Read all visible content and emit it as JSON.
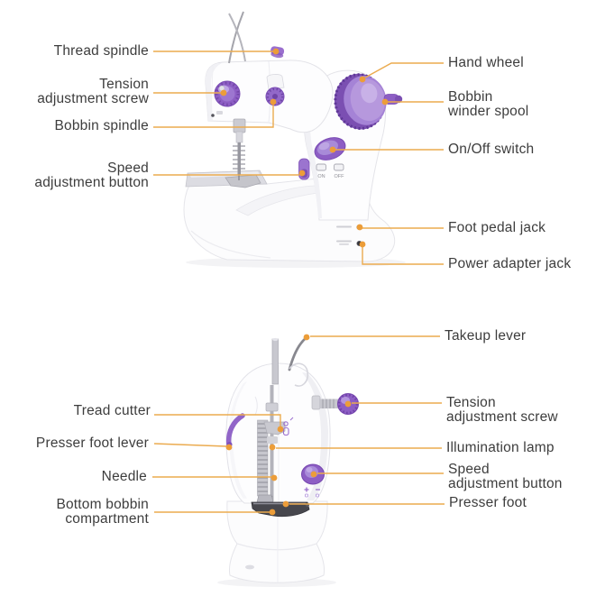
{
  "colors": {
    "background": "#ffffff",
    "leader_line": "#ebab4f",
    "leader_dot": "#ec9d39",
    "label_text": "#3d3d3d",
    "machine_purple": "#8d5ec4",
    "machine_purple_light": "#b89ade",
    "machine_body": "#fdfdfe"
  },
  "front_view": {
    "labels": {
      "thread_spindle": "Thread spindle",
      "tension_adjustment_screw": "Tension\nadjustment screw",
      "bobbin_spindle": "Bobbin spindle",
      "speed_adjustment_button": "Speed\nadjustment button",
      "hand_wheel": "Hand wheel",
      "bobbin_winder_spool": "Bobbin\nwinder spool",
      "on_off_switch": "On/Off switch",
      "foot_pedal_jack": "Foot pedal jack",
      "power_adapter_jack": "Power adapter jack"
    },
    "markings": {
      "on": "ON",
      "off": "OFF"
    }
  },
  "rear_view": {
    "labels": {
      "takeup_lever": "Takeup lever",
      "tension_adjustment_screw": "Tension\nadjustment screw",
      "illumination_lamp": "Illumination lamp",
      "speed_adjustment_button": "Speed\nadjustment button",
      "presser_foot": "Presser foot",
      "tread_cutter": "Tread cutter",
      "presser_foot_lever": "Presser foot lever",
      "needle": "Needle",
      "bottom_bobbin_compartment": "Bottom bobbin\ncompartment"
    }
  }
}
